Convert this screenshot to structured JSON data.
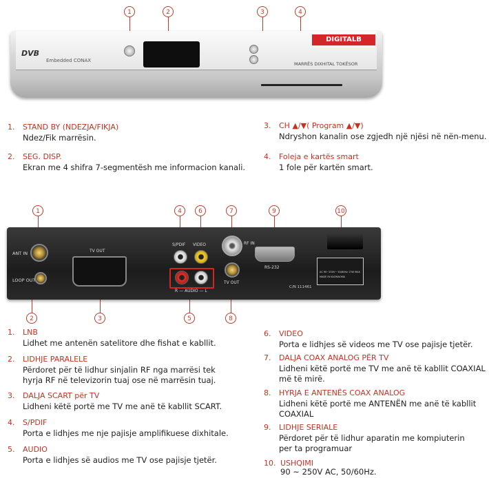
{
  "front_panel": {
    "callouts": [
      "1",
      "2",
      "3",
      "4"
    ],
    "brand": "DIGITALB",
    "dvb_logo": "DVB",
    "dvb_sub": "Embedded CONAX",
    "subtitle": "MARRËS DIXHITAL TOKËSOR"
  },
  "front_items": [
    {
      "num": "1.",
      "title": "STAND BY (NDEZJA/FIKJA)",
      "desc": [
        "Ndez/Fik marrësin."
      ]
    },
    {
      "num": "2.",
      "title": "SEG. DISP.",
      "desc": [
        "Ekran me 4 shifra 7-segmentësh me informacion kanali."
      ]
    },
    {
      "num": "3.",
      "title": "CH ▲/▼( Program ▲/▼)",
      "desc": [
        "Ndryshon kanalin ose zgjedh një njësi në nën-menu."
      ]
    },
    {
      "num": "4.",
      "title": "Foleja e kartës smart",
      "desc": [
        "1 fole për kartën smart."
      ]
    }
  ],
  "back_panel": {
    "callouts_top": [
      "1",
      "4",
      "6",
      "7",
      "9",
      "10"
    ],
    "callouts_bottom": [
      "2",
      "3",
      "5",
      "8"
    ],
    "labels": {
      "ant_in": "ANT IN",
      "loop_out": "LOOP OUT",
      "tv_out_scart": "TV OUT",
      "spdif": "S/PDIF",
      "video": "VIDEO",
      "audio": "R — AUDIO — L",
      "rf_in": "RF IN",
      "tv_out": "TV OUT",
      "rs232": "RS-232",
      "serial": "C/N 111461",
      "rating": "AC 90~250V~ 50/60Hz 17W MAX",
      "made_in": "MADE IN KAOMAOMA"
    }
  },
  "back_items": [
    {
      "num": "1.",
      "title": "LNB",
      "desc": [
        "Lidhet me antenën satelitore dhe fishat e kabllit."
      ]
    },
    {
      "num": "2.",
      "title": "LIDHJE PARALELE",
      "desc": [
        "Përdoret për të lidhur sinjalin RF nga marrësi tek",
        "hyrja RF në televizorin tuaj ose në marrësin tuaj."
      ]
    },
    {
      "num": "3.",
      "title": "DALJA SCART për TV",
      "desc": [
        "Lidheni këtë portë me TV me anë të kabllit SCART."
      ]
    },
    {
      "num": "4.",
      "title": "S/PDIF",
      "desc": [
        "Porta e lidhjes me nje pajisje amplifikuese dixhitale."
      ]
    },
    {
      "num": "5.",
      "title": "AUDIO",
      "desc": [
        "Porta e lidhjes së audios me TV ose pajisje tjetër."
      ]
    },
    {
      "num": "6.",
      "title": "VIDEO",
      "desc": [
        "Porta e lidhjes së videos me TV ose pajisje tjetër."
      ]
    },
    {
      "num": "7.",
      "title": "DALJA COAX ANALOG PËR TV",
      "desc": [
        "Lidheni këtë portë me TV me anë të kabllit COAXIAL",
        "më të mirë."
      ]
    },
    {
      "num": "8.",
      "title": "HYRJA E ANTENËS COAX ANALOG",
      "desc": [
        "Lidheni këtë portë me ANTENËN me anë të kabllit",
        "COAXIAL"
      ]
    },
    {
      "num": "9.",
      "title": "LIDHJE SERIALE",
      "desc": [
        "Përdoret për të lidhur aparatin me kompiuterin",
        "per ta programuar"
      ]
    },
    {
      "num": "10.",
      "title": "USHQIMI",
      "desc": [
        "90 ~ 250V AC, 50/60Hz."
      ]
    }
  ]
}
